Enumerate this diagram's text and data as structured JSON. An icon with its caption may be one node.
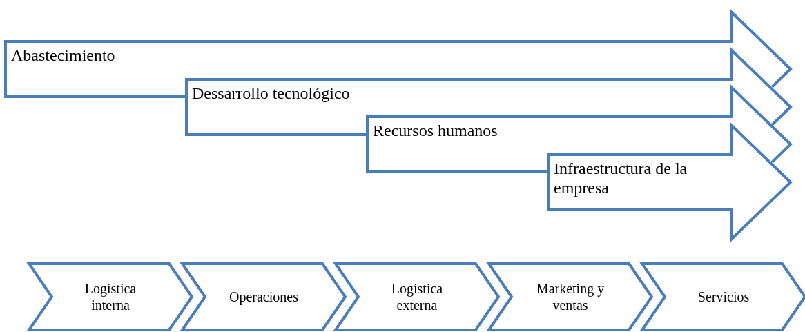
{
  "diagram": {
    "nodes": [
      {
        "text": [
          "Abastecimiento"
        ]
      },
      {
        "text": [
          "Dessarrollo tecnológico"
        ]
      },
      {
        "text": [
          "Recursos humanos"
        ]
      },
      {
        "text": [
          "Infraestructura de la empresa"
        ]
      },
      {
        "text": [
          "Logística interna"
        ]
      },
      {
        "text": [
          "Operaciones"
        ]
      },
      {
        "text": [
          "Logística externa"
        ]
      },
      {
        "text": [
          "Marketing y ventas"
        ]
      },
      {
        "text": [
          "Servicios"
        ]
      }
    ]
  }
}
